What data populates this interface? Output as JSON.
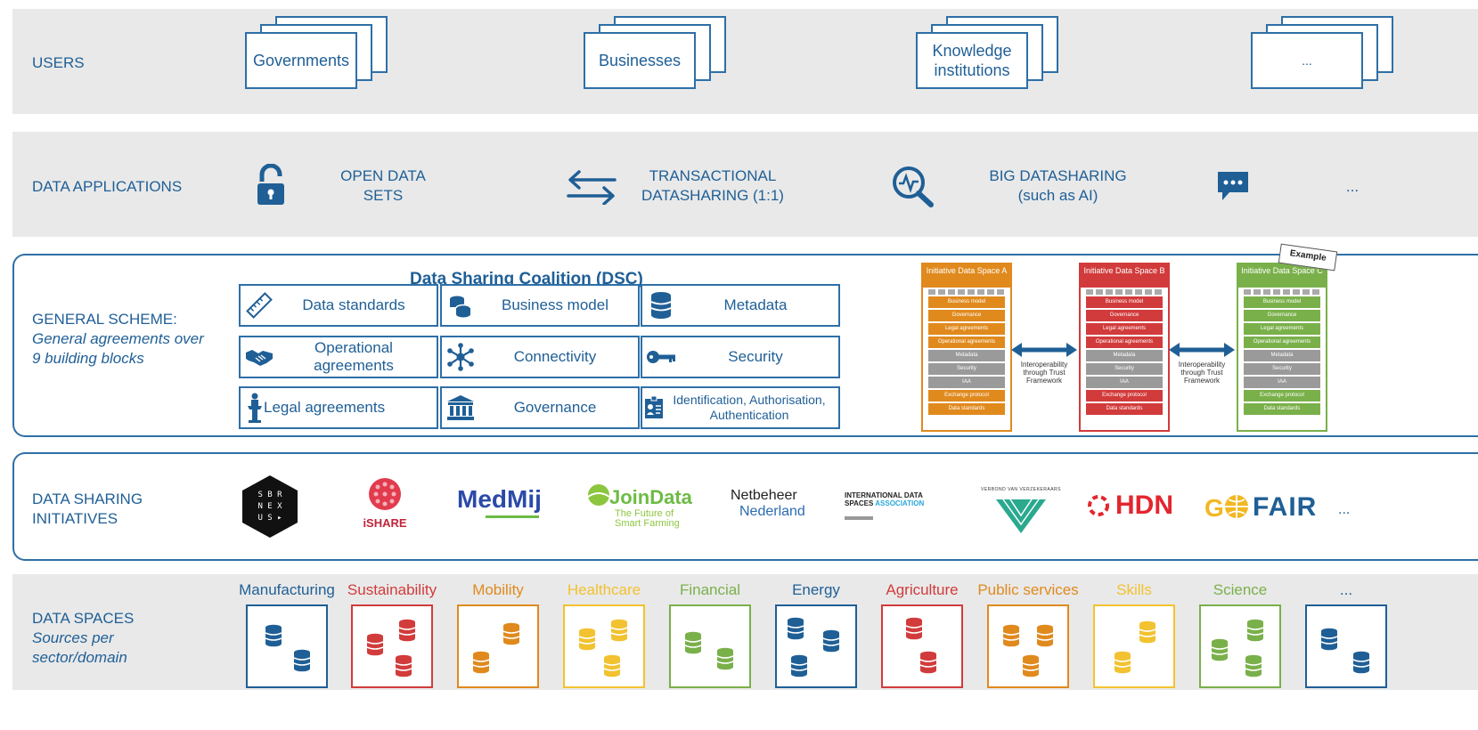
{
  "rows": {
    "users": "USERS",
    "applications": "DATA APPLICATIONS",
    "scheme_title": "GENERAL  SCHEME:",
    "scheme_sub1": "General agreements over",
    "scheme_sub2": "9 building blocks",
    "initiatives1": "DATA SHARING",
    "initiatives2": "INITIATIVES",
    "spaces_title": "DATA SPACES",
    "spaces_sub1": "Sources per",
    "spaces_sub2": "sector/domain"
  },
  "users": [
    {
      "label": "Governments"
    },
    {
      "label": "Businesses"
    },
    {
      "label1": "Knowledge",
      "label2": "institutions"
    },
    {
      "label": "..."
    }
  ],
  "applications": {
    "open1": "OPEN DATA",
    "open2": "SETS",
    "trans1": "TRANSACTIONAL",
    "trans2": "DATASHARING  (1:1)",
    "big1": "BIG DATASHARING",
    "big2": "(such as AI)",
    "more": "..."
  },
  "scheme": {
    "dsc_title": "Data Sharing Coalition (DSC)",
    "blocks": [
      "Data standards",
      "Business model",
      "Metadata",
      "Operational agreements",
      "Connectivity",
      "Security",
      "Legal agreements",
      "Governance",
      "Identification, Authorisation, Authentication"
    ],
    "example_tag": "Example",
    "interop": "Interoperability through Trust Framework",
    "spaces": [
      {
        "header": "Initiative Data Space A",
        "color": "#e08a1e"
      },
      {
        "header": "Initiative Data Space B",
        "color": "#d23b3b"
      },
      {
        "header": "Initiative Data Space C",
        "color": "#7ab04a"
      }
    ],
    "layers": [
      "Business model",
      "Governance",
      "Legal agreements",
      "Operational agreements",
      "Metadata",
      "Security",
      "IAA",
      "Exchange protocol",
      "Data standards"
    ]
  },
  "initiatives": {
    "sbr1": "S B R",
    "sbr2": "N E X",
    "sbr3": "U S ▸",
    "ishare": "iSHARE",
    "medmij": "MedMij",
    "joindata": "JoinData",
    "joindata_sub1": "The Future of",
    "joindata_sub2": "Smart Farming",
    "netbeheer1": "Netbeheer",
    "netbeheer2": "Nederland",
    "idsa1": "INTERNATIONAL DATA",
    "idsa2": "SPACES",
    "idsa3": "ASSOCIATION",
    "verbond": "VERBOND VAN VERZEKERAARS",
    "hdn": "HDN",
    "gofair": "FAIR",
    "more": "..."
  },
  "data_spaces": [
    {
      "label": "Manufacturing",
      "color": "#1f5f96"
    },
    {
      "label": "Sustainability",
      "color": "#d23b3b"
    },
    {
      "label": "Mobility",
      "color": "#e08a1e"
    },
    {
      "label": "Healthcare",
      "color": "#f2c230"
    },
    {
      "label": "Financial",
      "color": "#7ab04a"
    },
    {
      "label": "Energy",
      "color": "#1f5f96"
    },
    {
      "label": "Agriculture",
      "color": "#d23b3b"
    },
    {
      "label": "Public services",
      "color": "#e08a1e"
    },
    {
      "label": "Skills",
      "color": "#f2c230"
    },
    {
      "label": "Science",
      "color": "#7ab04a"
    },
    {
      "label": "...",
      "color": "#1f5f96"
    }
  ]
}
